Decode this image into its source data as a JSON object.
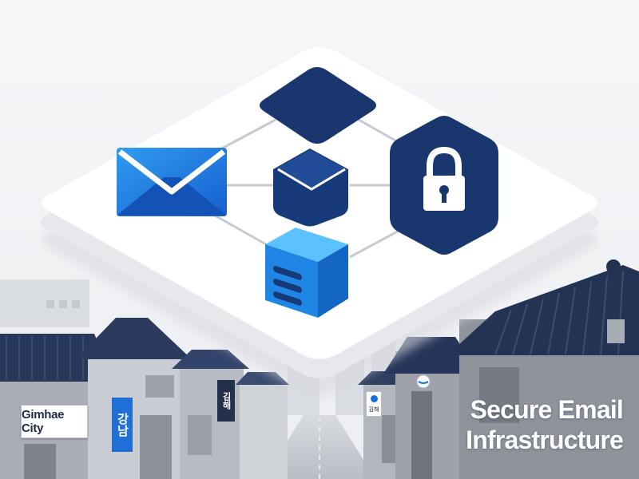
{
  "headline": {
    "line1": "Secure Email",
    "line2": "Infrastructure"
  },
  "signs": {
    "left_sign": "Gimhae City",
    "vertical_sign": "강남",
    "dark_sign": "김해",
    "small_sign": "김해"
  },
  "icons": [
    "envelope-icon",
    "cube-icon",
    "padlock-icon",
    "server-icon",
    "node-icon"
  ],
  "colors": {
    "navy": "#1b3a78",
    "blue": "#1e6fd9",
    "bright_blue": "#27a0f0",
    "platform": "#ffffff",
    "building": "#8e939b",
    "roof": "#25344f"
  }
}
